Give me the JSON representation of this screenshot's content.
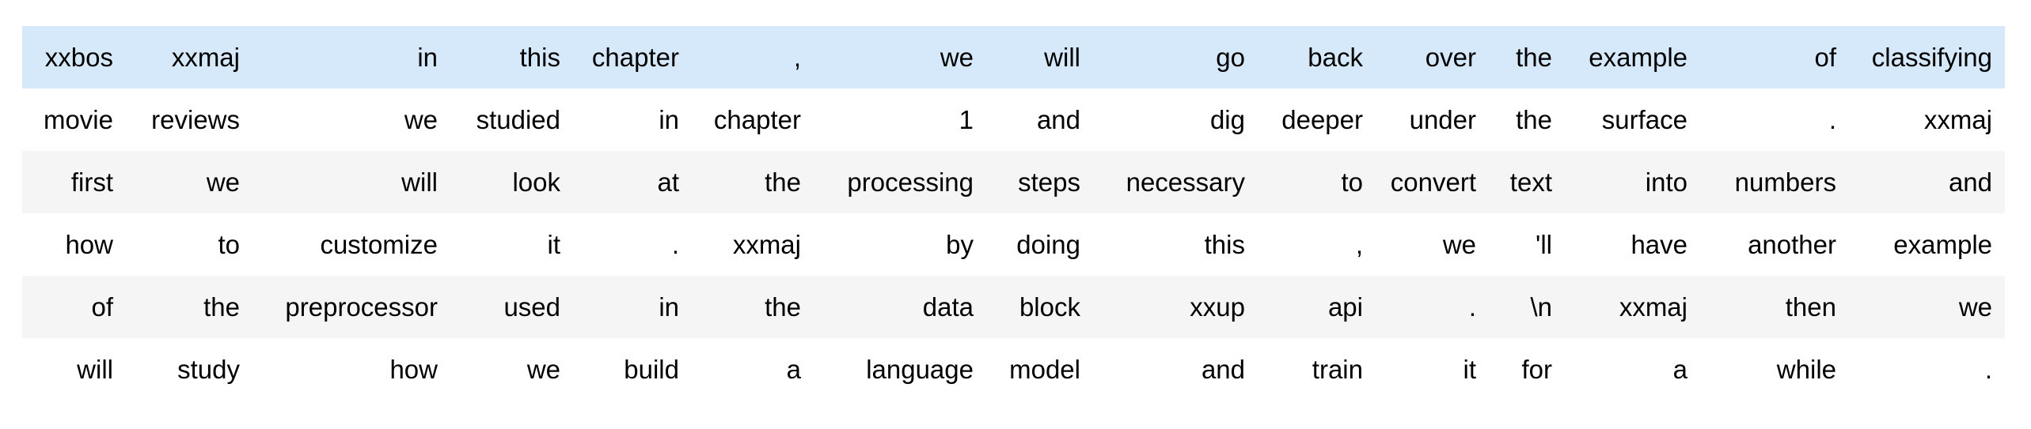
{
  "table": {
    "description": "tokenized-text-dataframe",
    "highlight_row_index": 0,
    "colors": {
      "page_bg": "#ffffff",
      "highlight_row_bg": "#d6e9fb",
      "stripe_row_bg": "#f5f5f5",
      "text": "#000000"
    },
    "rows": [
      [
        "xxbos",
        "xxmaj",
        "in",
        "this",
        "chapter",
        ",",
        "we",
        "will",
        "go",
        "back",
        "over",
        "the",
        "example",
        "of",
        "classifying"
      ],
      [
        "movie",
        "reviews",
        "we",
        "studied",
        "in",
        "chapter",
        "1",
        "and",
        "dig",
        "deeper",
        "under",
        "the",
        "surface",
        ".",
        "xxmaj"
      ],
      [
        "first",
        "we",
        "will",
        "look",
        "at",
        "the",
        "processing",
        "steps",
        "necessary",
        "to",
        "convert",
        "text",
        "into",
        "numbers",
        "and"
      ],
      [
        "how",
        "to",
        "customize",
        "it",
        ".",
        "xxmaj",
        "by",
        "doing",
        "this",
        ",",
        "we",
        "'ll",
        "have",
        "another",
        "example"
      ],
      [
        "of",
        "the",
        "preprocessor",
        "used",
        "in",
        "the",
        "data",
        "block",
        "xxup",
        "api",
        ".",
        "\\n",
        "xxmaj",
        "then",
        "we"
      ],
      [
        "will",
        "study",
        "how",
        "we",
        "build",
        "a",
        "language",
        "model",
        "and",
        "train",
        "it",
        "for",
        "a",
        "while",
        "."
      ]
    ]
  }
}
